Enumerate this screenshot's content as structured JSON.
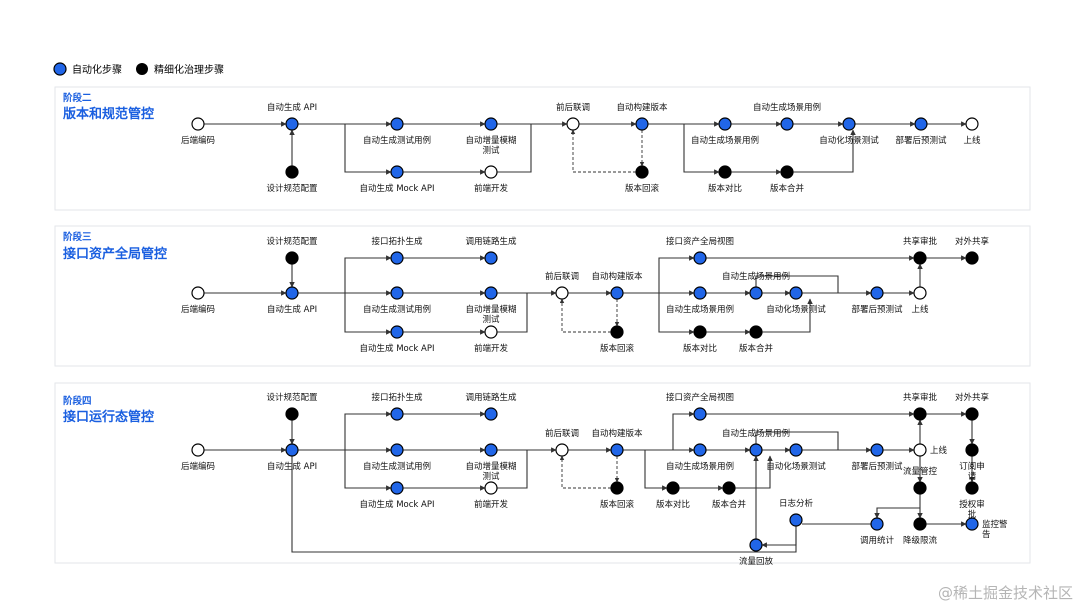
{
  "legend": {
    "auto_label": "自动化步骤",
    "gov_label": "精细化治理步骤"
  },
  "colors": {
    "auto": "#2166e8",
    "gov": "#000000",
    "open": "#ffffff",
    "stage_title": "#1a5fe0",
    "line": "#333333",
    "panel_border": "#e3e6ea"
  },
  "watermark": "@稀土掘金技术社区",
  "stages": [
    {
      "id": "s2",
      "stage": "阶段二",
      "title": "版本和规范管控",
      "nodes": [
        {
          "id": "a",
          "type": "open",
          "label": "后端编码"
        },
        {
          "id": "b",
          "type": "auto",
          "label": "自动生成 API"
        },
        {
          "id": "c",
          "type": "gov",
          "label": "设计规范配置"
        },
        {
          "id": "d",
          "type": "auto",
          "label": "自动生成测试用例"
        },
        {
          "id": "e",
          "type": "auto",
          "label": "自动增量模糊测试"
        },
        {
          "id": "f",
          "type": "auto",
          "label": "自动生成 Mock API"
        },
        {
          "id": "g",
          "type": "open",
          "label": "前端开发"
        },
        {
          "id": "h",
          "type": "open",
          "label": "前后联调"
        },
        {
          "id": "i",
          "type": "auto",
          "label": "自动构建版本"
        },
        {
          "id": "j",
          "type": "gov",
          "label": "版本回滚"
        },
        {
          "id": "k",
          "type": "auto",
          "label": "自动生成场景用例"
        },
        {
          "id": "l",
          "type": "auto",
          "label": "自动生成场景用例"
        },
        {
          "id": "m",
          "type": "auto",
          "label": "自动化场景测试"
        },
        {
          "id": "n",
          "type": "gov",
          "label": "版本对比"
        },
        {
          "id": "o",
          "type": "gov",
          "label": "版本合并"
        },
        {
          "id": "p",
          "type": "auto",
          "label": "部署后预测试"
        },
        {
          "id": "q",
          "type": "open",
          "label": "上线"
        }
      ]
    },
    {
      "id": "s3",
      "stage": "阶段三",
      "title": "接口资产全局管控",
      "nodes": [
        {
          "id": "a",
          "type": "open",
          "label": "后端编码"
        },
        {
          "id": "b",
          "type": "auto",
          "label": "自动生成 API"
        },
        {
          "id": "c",
          "type": "gov",
          "label": "设计规范配置"
        },
        {
          "id": "t1",
          "type": "auto",
          "label": "接口拓扑生成"
        },
        {
          "id": "t2",
          "type": "auto",
          "label": "调用链路生成"
        },
        {
          "id": "d",
          "type": "auto",
          "label": "自动生成测试用例"
        },
        {
          "id": "e",
          "type": "auto",
          "label": "自动增量模糊测试"
        },
        {
          "id": "f",
          "type": "auto",
          "label": "自动生成 Mock API"
        },
        {
          "id": "g",
          "type": "open",
          "label": "前端开发"
        },
        {
          "id": "h",
          "type": "open",
          "label": "前后联调"
        },
        {
          "id": "i",
          "type": "auto",
          "label": "自动构建版本"
        },
        {
          "id": "j",
          "type": "gov",
          "label": "版本回滚"
        },
        {
          "id": "v",
          "type": "auto",
          "label": "接口资产全局视图"
        },
        {
          "id": "k",
          "type": "auto",
          "label": "自动生成场景用例"
        },
        {
          "id": "l",
          "type": "auto",
          "label": "自动生成场景用例"
        },
        {
          "id": "m",
          "type": "auto",
          "label": "自动化场景测试"
        },
        {
          "id": "n",
          "type": "gov",
          "label": "版本对比"
        },
        {
          "id": "o",
          "type": "gov",
          "label": "版本合并"
        },
        {
          "id": "p",
          "type": "auto",
          "label": "部署后预测试"
        },
        {
          "id": "q",
          "type": "open",
          "label": "上线"
        },
        {
          "id": "r",
          "type": "gov",
          "label": "共享审批"
        },
        {
          "id": "s",
          "type": "gov",
          "label": "对外共享"
        }
      ]
    },
    {
      "id": "s4",
      "stage": "阶段四",
      "title": "接口运行态管控",
      "nodes": [
        {
          "id": "a",
          "type": "open",
          "label": "后端编码"
        },
        {
          "id": "b",
          "type": "auto",
          "label": "自动生成 API"
        },
        {
          "id": "c",
          "type": "gov",
          "label": "设计规范配置"
        },
        {
          "id": "t1",
          "type": "auto",
          "label": "接口拓扑生成"
        },
        {
          "id": "t2",
          "type": "auto",
          "label": "调用链路生成"
        },
        {
          "id": "d",
          "type": "auto",
          "label": "自动生成测试用例"
        },
        {
          "id": "e",
          "type": "auto",
          "label": "自动增量模糊测试"
        },
        {
          "id": "f",
          "type": "auto",
          "label": "自动生成 Mock API"
        },
        {
          "id": "g",
          "type": "open",
          "label": "前端开发"
        },
        {
          "id": "h",
          "type": "open",
          "label": "前后联调"
        },
        {
          "id": "i",
          "type": "auto",
          "label": "自动构建版本"
        },
        {
          "id": "j",
          "type": "gov",
          "label": "版本回滚"
        },
        {
          "id": "v",
          "type": "auto",
          "label": "接口资产全局视图"
        },
        {
          "id": "k",
          "type": "auto",
          "label": "自动生成场景用例"
        },
        {
          "id": "l",
          "type": "auto",
          "label": "自动生成场景用例"
        },
        {
          "id": "m",
          "type": "auto",
          "label": "自动化场景测试"
        },
        {
          "id": "n",
          "type": "gov",
          "label": "版本对比"
        },
        {
          "id": "o",
          "type": "gov",
          "label": "版本合并"
        },
        {
          "id": "p",
          "type": "auto",
          "label": "部署后预测试"
        },
        {
          "id": "q",
          "type": "open",
          "label": "上线"
        },
        {
          "id": "r",
          "type": "gov",
          "label": "共享审批"
        },
        {
          "id": "s",
          "type": "gov",
          "label": "对外共享"
        },
        {
          "id": "s1",
          "type": "gov",
          "label": "订阅申请"
        },
        {
          "id": "s2",
          "type": "gov",
          "label": "授权审批"
        },
        {
          "id": "fc",
          "type": "gov",
          "label": "流量管控"
        },
        {
          "id": "lg",
          "type": "auto",
          "label": "日志分析"
        },
        {
          "id": "rp",
          "type": "auto",
          "label": "流量回放"
        },
        {
          "id": "cs",
          "type": "auto",
          "label": "调用统计"
        },
        {
          "id": "dg",
          "type": "gov",
          "label": "降级限流"
        },
        {
          "id": "al",
          "type": "auto",
          "label": "监控警告"
        }
      ]
    }
  ]
}
